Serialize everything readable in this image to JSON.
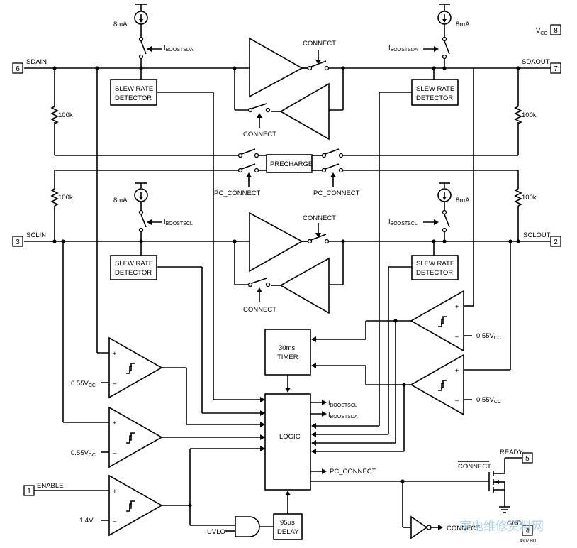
{
  "pins": {
    "p6": {
      "num": "6",
      "label": "SDAIN"
    },
    "p7": {
      "num": "7",
      "label": "SDAOUT"
    },
    "p8": {
      "num": "8",
      "label": "V",
      "sub": "CC"
    },
    "p3": {
      "num": "3",
      "label": "SCLIN"
    },
    "p2": {
      "num": "2",
      "label": "SCLOUT"
    },
    "p1": {
      "num": "1",
      "label": "ENABLE"
    },
    "p5": {
      "num": "5",
      "label": "READY"
    },
    "p4": {
      "num": "4",
      "label": "GND"
    }
  },
  "labels": {
    "ma8": "8mA",
    "iboost_main": "I",
    "boostsda": "BOOSTSDA",
    "boostscl": "BOOSTSCL",
    "slew1": "SLEW RATE",
    "slew2": "DETECTOR",
    "connect": "CONNECT",
    "precharge": "PRECHARGE",
    "pc_connect": "PC_CONNECT",
    "r100k": "100k",
    "timer1": "30ms",
    "timer2": "TIMER",
    "logic": "LOGIC",
    "delay1": "95µs",
    "delay2": "DELAY",
    "uvlo": "UVLO",
    "v055": "0.55V",
    "cc": "CC",
    "v14": "1.4V",
    "connect_bar": "CONNECT",
    "plus": "+",
    "minus": "–",
    "code": "4307 BD"
  },
  "watermark": "家电维修资料网"
}
